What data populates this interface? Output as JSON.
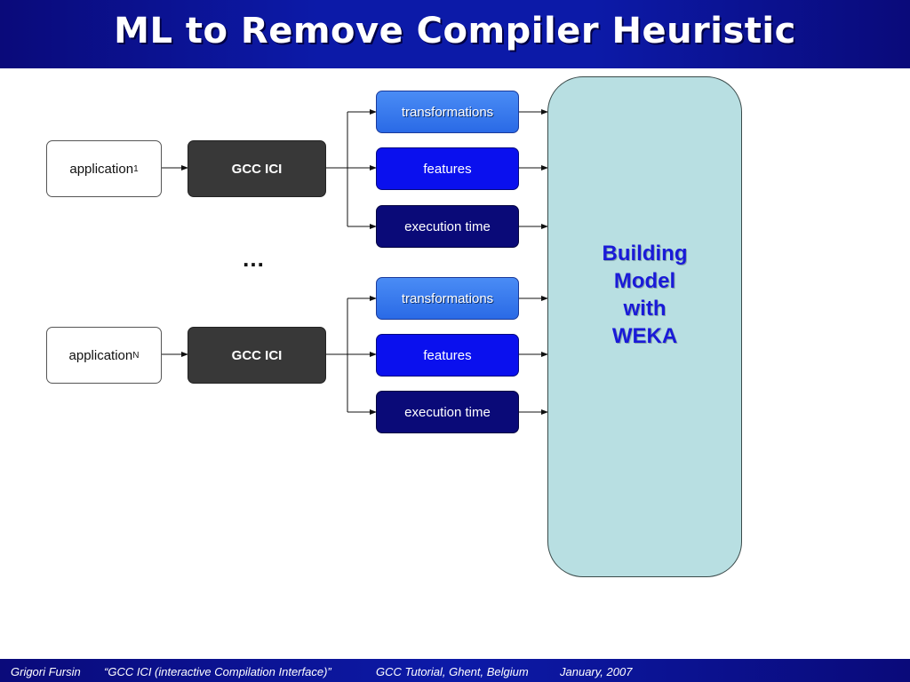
{
  "slide": {
    "title": "ML to Remove Compiler Heuristic",
    "ellipsis": "…"
  },
  "groups": [
    {
      "application": {
        "label": "application",
        "subscript": "1"
      },
      "gcc": "GCC ICI",
      "outputs": [
        "transformations",
        "features",
        "execution time"
      ]
    },
    {
      "application": {
        "label": "application",
        "subscript": "N"
      },
      "gcc": "GCC ICI",
      "outputs": [
        "transformations",
        "features",
        "execution time"
      ]
    }
  ],
  "model": {
    "lines": [
      "Building",
      "Model",
      "with",
      "WEKA"
    ]
  },
  "footer": {
    "author": "Grigori Fursin",
    "talk": "“GCC ICI (interactive Compilation Interface)”",
    "event": "GCC Tutorial, Ghent, Belgium",
    "date": "January, 2007"
  },
  "colors": {
    "header_blue": "#0c1aa8",
    "transformations": "#3a7cf0",
    "features": "#0a10ee",
    "execution_time": "#0a0a78",
    "model_fill": "#b8dfe2",
    "model_text": "#1a1ad8"
  }
}
